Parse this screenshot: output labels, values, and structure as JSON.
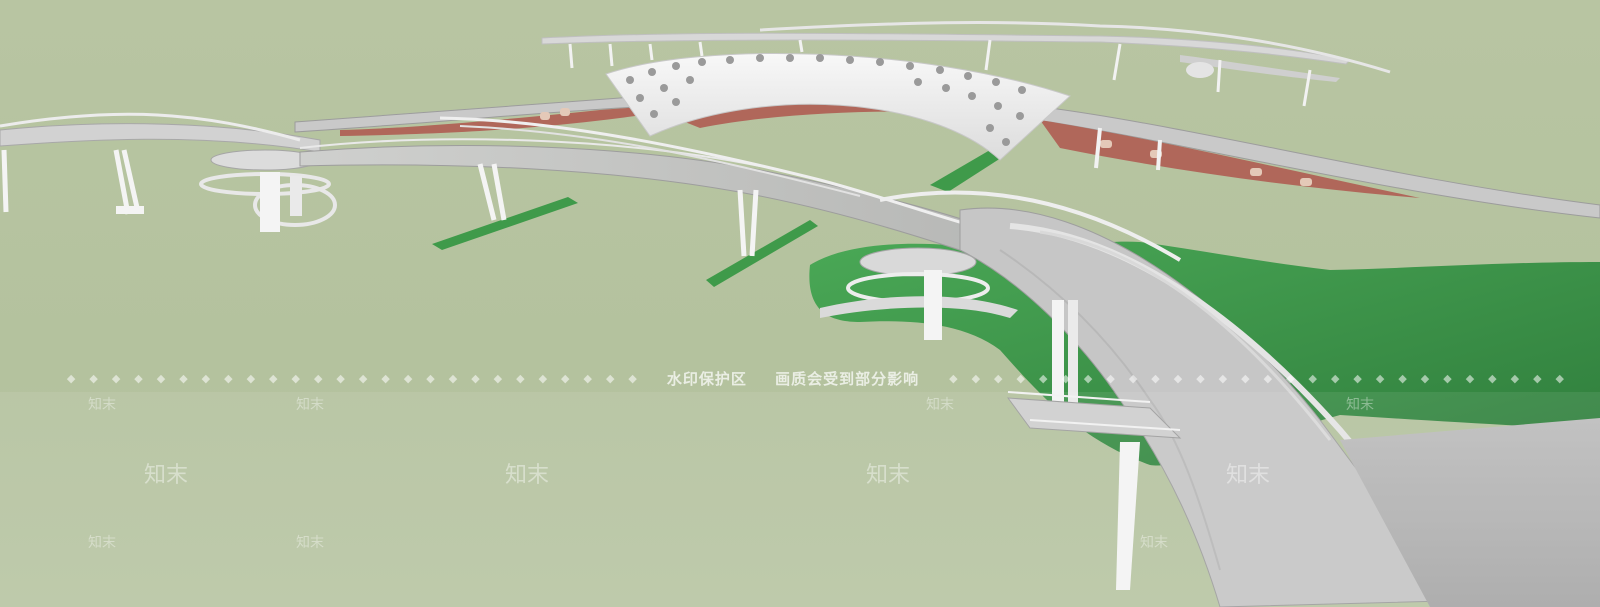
{
  "scene": {
    "subject": "",
    "colors": {
      "background": "#b6c3a0",
      "deck": "#d6d6d6",
      "deck_shadow": "#a9aaa8",
      "arch": "#f2f2f2",
      "truss_red": "#b66a5c",
      "grass": "#3f9a4a",
      "pier": "#f4f4f4"
    }
  },
  "watermark": {
    "banner_line_1": "水印保护区",
    "banner_line_2": "画质会受到部分影响",
    "brand": "知末"
  }
}
